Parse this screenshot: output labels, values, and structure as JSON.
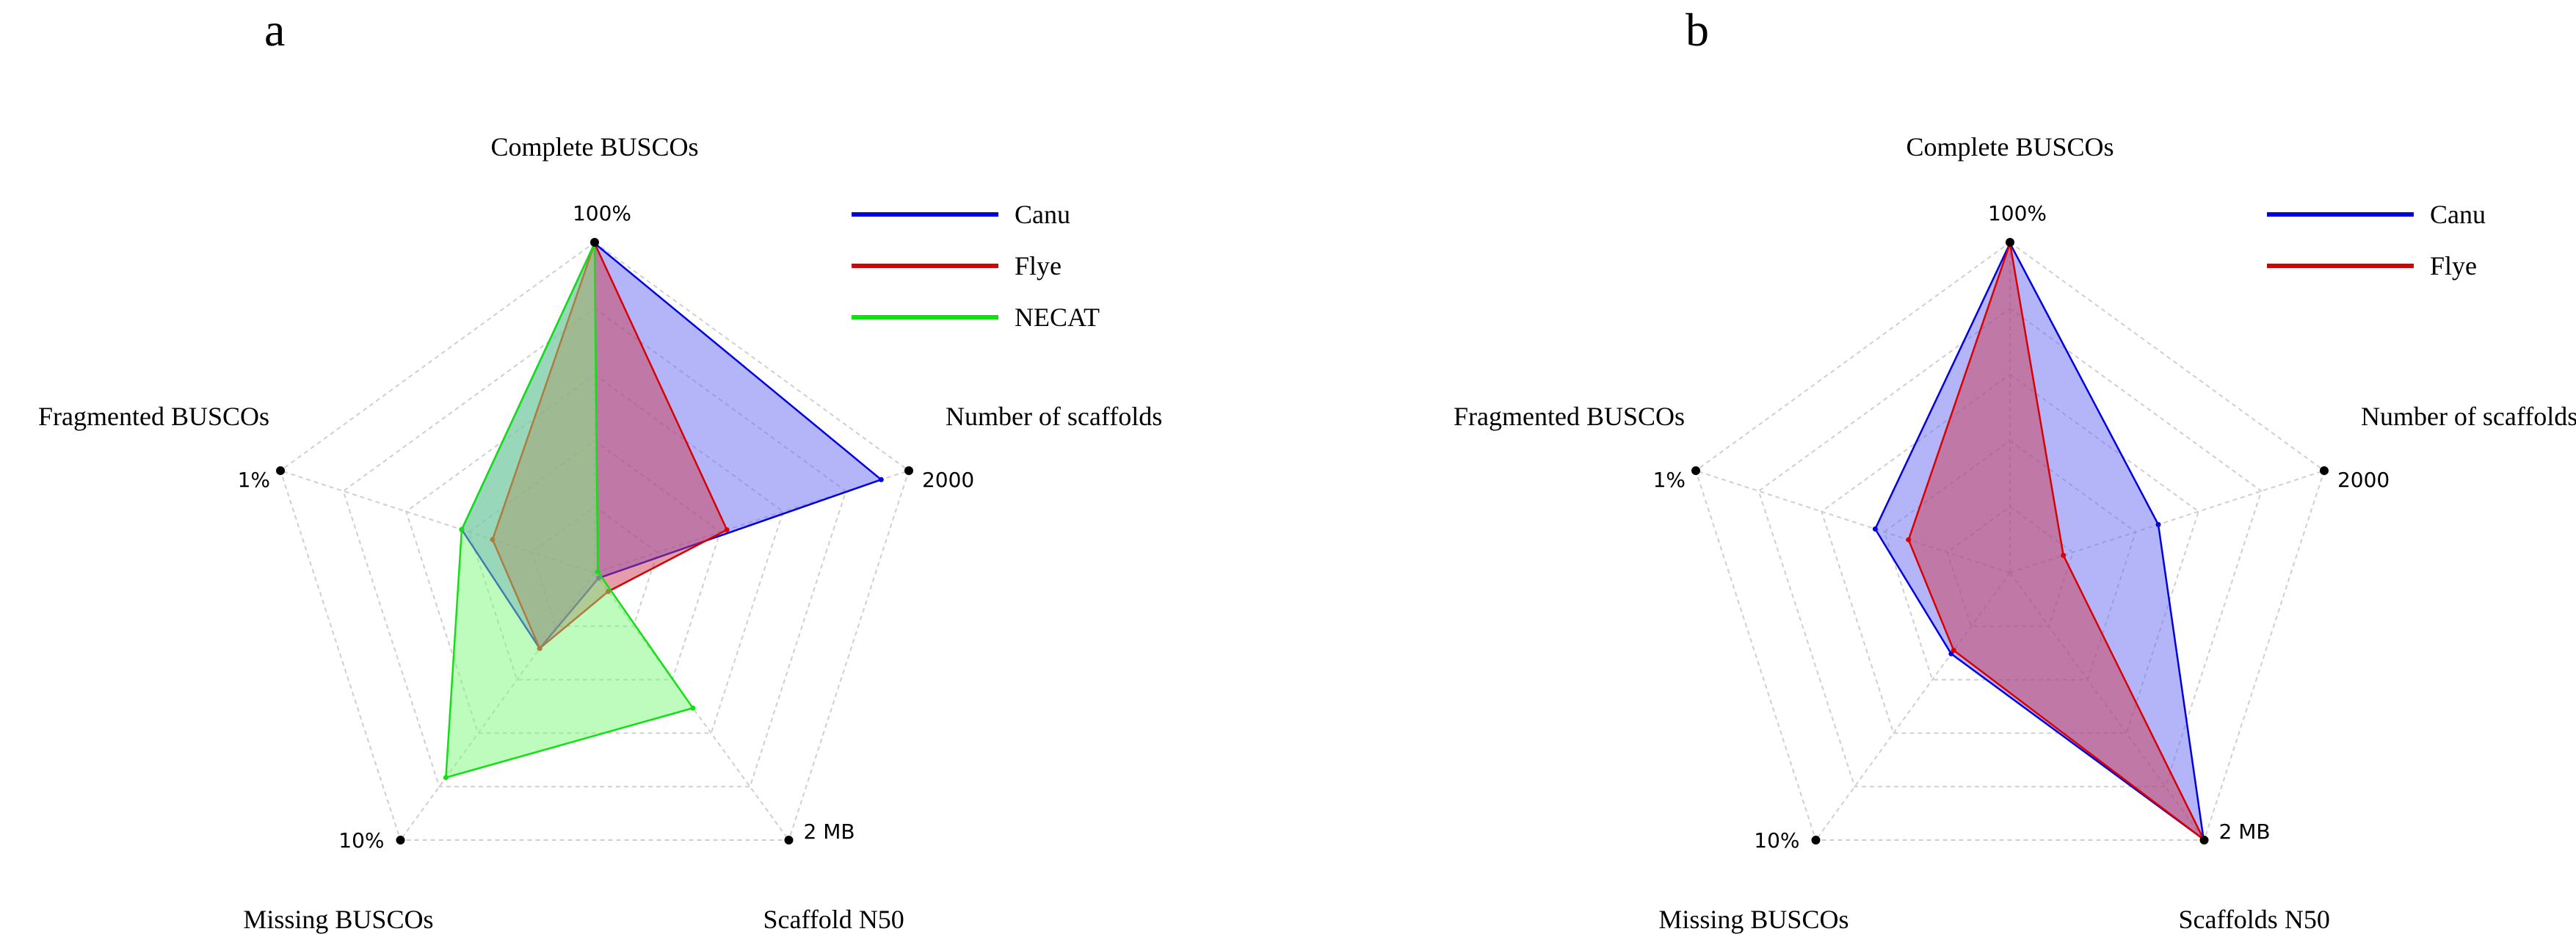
{
  "chart_data": [
    {
      "type": "radar",
      "panel": "a",
      "axes": [
        {
          "label": "Complete BUSCOs",
          "max_label": "100%"
        },
        {
          "label": "Number of scaffolds",
          "max_label": "2000"
        },
        {
          "label": "Scaffold N50",
          "max_label": "2 MB"
        },
        {
          "label": "Missing BUSCOs",
          "max_label": "10%"
        },
        {
          "label": "Fragmented BUSCOs",
          "max_label": "1%"
        }
      ],
      "range": [
        0,
        1
      ],
      "grid_levels": 5,
      "grid": true,
      "legend_position": "top-right",
      "series": [
        {
          "name": "Canu",
          "color": "#0000e0",
          "fill": "#6a6af2",
          "values": [
            0.997,
            0.912,
            0.02,
            0.283,
            0.423
          ]
        },
        {
          "name": "Flye",
          "color": "#d80000",
          "fill": "#cc3b55",
          "values": [
            0.997,
            0.421,
            0.07,
            0.283,
            0.325
          ]
        },
        {
          "name": "NECAT",
          "color": "#12e012",
          "fill": "#7dfa7d",
          "values": [
            0.997,
            0.01,
            0.506,
            0.766,
            0.423
          ]
        }
      ]
    },
    {
      "type": "radar",
      "panel": "b",
      "axes": [
        {
          "label": "Complete BUSCOs",
          "max_label": "100%"
        },
        {
          "label": "Number of scaffolds",
          "max_label": "2000"
        },
        {
          "label": "Scaffolds N50",
          "max_label": "2 MB"
        },
        {
          "label": "Missing BUSCOs",
          "max_label": "10%"
        },
        {
          "label": "Fragmented BUSCOs",
          "max_label": "1%"
        }
      ],
      "range": [
        0,
        1
      ],
      "grid_levels": 5,
      "grid": true,
      "legend_position": "top-right",
      "series": [
        {
          "name": "Canu",
          "color": "#0000e0",
          "fill": "#6a6af2",
          "values": [
            0.997,
            0.472,
            0.997,
            0.303,
            0.429
          ]
        },
        {
          "name": "Flye",
          "color": "#d80000",
          "fill": "#cc3b55",
          "values": [
            0.997,
            0.17,
            0.997,
            0.29,
            0.323
          ]
        }
      ]
    }
  ]
}
